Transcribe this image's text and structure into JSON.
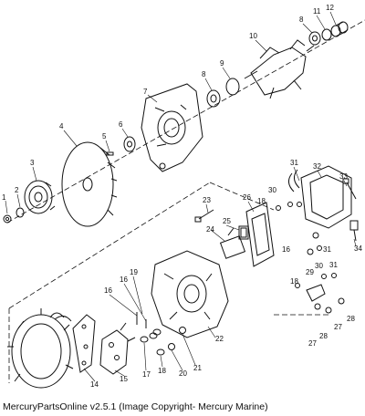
{
  "callouts": [
    {
      "id": "c1",
      "text": "1"
    },
    {
      "id": "c2",
      "text": "2"
    },
    {
      "id": "c3",
      "text": "3"
    },
    {
      "id": "c4",
      "text": "4"
    },
    {
      "id": "c5",
      "text": "5"
    },
    {
      "id": "c6",
      "text": "6"
    },
    {
      "id": "c7",
      "text": "7"
    },
    {
      "id": "c8a",
      "text": "8"
    },
    {
      "id": "c8b",
      "text": "8"
    },
    {
      "id": "c9",
      "text": "9"
    },
    {
      "id": "c10",
      "text": "10"
    },
    {
      "id": "c11",
      "text": "11"
    },
    {
      "id": "c12",
      "text": "12"
    },
    {
      "id": "c14",
      "text": "14"
    },
    {
      "id": "c15",
      "text": "15"
    },
    {
      "id": "c16a",
      "text": "16"
    },
    {
      "id": "c16b",
      "text": "16"
    },
    {
      "id": "c16c",
      "text": "16"
    },
    {
      "id": "c17",
      "text": "17"
    },
    {
      "id": "c18a",
      "text": "18"
    },
    {
      "id": "c18b",
      "text": "18"
    },
    {
      "id": "c18c",
      "text": "18"
    },
    {
      "id": "c19",
      "text": "19"
    },
    {
      "id": "c20",
      "text": "20"
    },
    {
      "id": "c21",
      "text": "21"
    },
    {
      "id": "c22",
      "text": "22"
    },
    {
      "id": "c23",
      "text": "23"
    },
    {
      "id": "c24",
      "text": "24"
    },
    {
      "id": "c25",
      "text": "25"
    },
    {
      "id": "c26",
      "text": "26"
    },
    {
      "id": "c27a",
      "text": "27"
    },
    {
      "id": "c27b",
      "text": "27"
    },
    {
      "id": "c28a",
      "text": "28"
    },
    {
      "id": "c28b",
      "text": "28"
    },
    {
      "id": "c29",
      "text": "29"
    },
    {
      "id": "c30a",
      "text": "30"
    },
    {
      "id": "c30b",
      "text": "30"
    },
    {
      "id": "c31a",
      "text": "31"
    },
    {
      "id": "c31b",
      "text": "31"
    },
    {
      "id": "c31c",
      "text": "31"
    },
    {
      "id": "c32",
      "text": "32"
    },
    {
      "id": "c33",
      "text": "33"
    },
    {
      "id": "c34",
      "text": "34"
    }
  ],
  "copyright": "MercuryPartsOnline v2.5.1 (Image Copyright- Mercury Marine)"
}
